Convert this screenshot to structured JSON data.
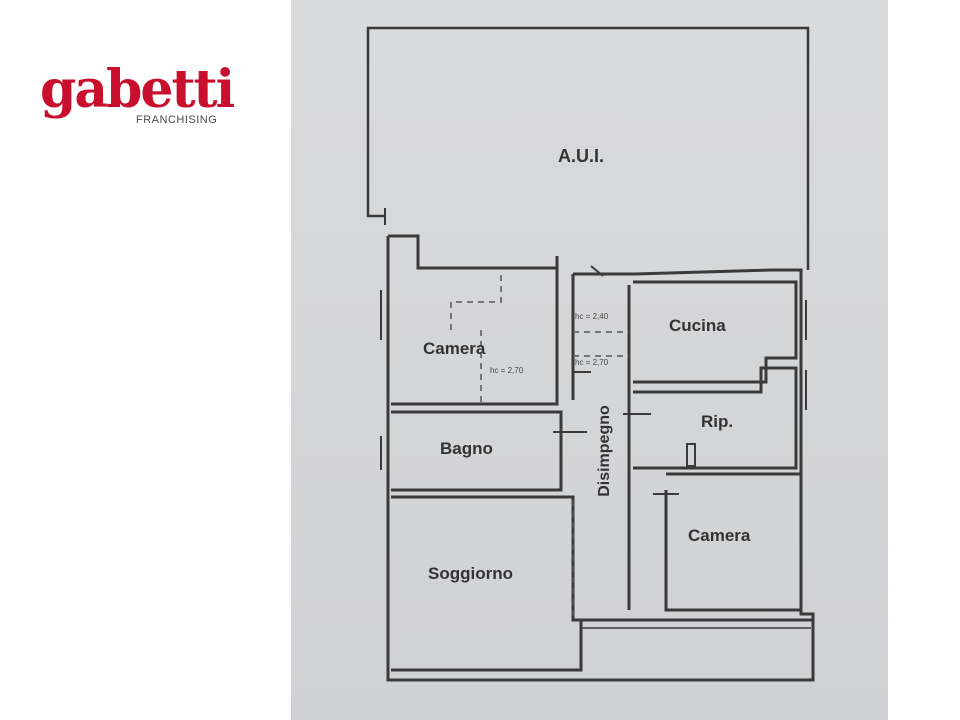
{
  "brand": {
    "name": "gabetti",
    "tagline": "FRANCHISING",
    "color": "#c8102e"
  },
  "floorplan": {
    "rooms": {
      "aui": "A.U.I.",
      "camera_top": "Camera",
      "cucina": "Cucina",
      "bagno": "Bagno",
      "rip": "Rip.",
      "disimpegno": "Disimpegno",
      "camera_right": "Camera",
      "soggiorno": "Soggiorno"
    },
    "heights": {
      "camera": "hc = 2,70",
      "corridor_upper": "hc = 2,40",
      "corridor_lower": "hc = 2,70"
    },
    "colors": {
      "paper": "#d6d7d9",
      "wall": "#3a3a3a"
    }
  }
}
